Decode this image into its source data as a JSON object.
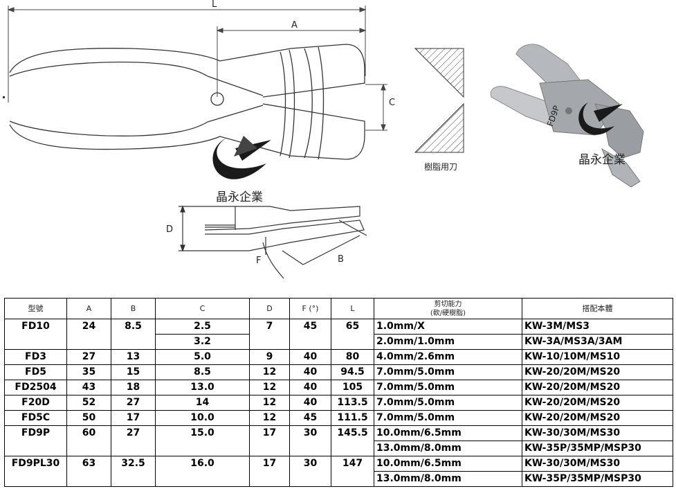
{
  "drawing": {
    "dimension_labels": {
      "L": "L",
      "A": "A",
      "C": "C",
      "D": "D",
      "F": "F",
      "B": "B"
    },
    "resin_blade_caption": "樹脂用刀",
    "company_name": "晶永企業",
    "model_label": "FD9P"
  },
  "table": {
    "headers": {
      "model": "型號",
      "a": "A",
      "b": "B",
      "c": "C",
      "d": "D",
      "f": "F (°)",
      "l": "L",
      "capacity_line1": "剪切能力",
      "capacity_line2": "(軟/硬樹脂)",
      "compatible": "搭配本體"
    },
    "rows": [
      {
        "model": "FD10",
        "a": "24",
        "b": "8.5",
        "d": "7",
        "f": "45",
        "l": "65",
        "c": [
          "2.5",
          "3.2"
        ],
        "capacity": [
          "1.0mm/X",
          "2.0mm/1.0mm"
        ],
        "compatible": [
          "KW-3M/MS3",
          "KW-3A/MS3A/3AM"
        ]
      },
      {
        "model": "FD3",
        "a": "27",
        "b": "13",
        "c": "5.0",
        "d": "9",
        "f": "40",
        "l": "80",
        "capacity": "4.0mm/2.6mm",
        "compatible": "KW-10/10M/MS10"
      },
      {
        "model": "FD5",
        "a": "35",
        "b": "15",
        "c": "8.5",
        "d": "12",
        "f": "40",
        "l": "94.5",
        "capacity": "7.0mm/5.0mm",
        "compatible": "KW-20/20M/MS20"
      },
      {
        "model": "FD2504",
        "a": "43",
        "b": "18",
        "c": "13.0",
        "d": "12",
        "f": "40",
        "l": "105",
        "capacity": "7.0mm/5.0mm",
        "compatible": "KW-20/20M/MS20"
      },
      {
        "model": "F20D",
        "a": "52",
        "b": "27",
        "c": "14",
        "d": "12",
        "f": "40",
        "l": "113.5",
        "capacity": "7.0mm/5.0mm",
        "compatible": "KW-20/20M/MS20"
      },
      {
        "model": "FD5C",
        "a": "50",
        "b": "17",
        "c": "10.0",
        "d": "12",
        "f": "45",
        "l": "111.5",
        "capacity": "7.0mm/5.0mm",
        "compatible": "KW-20/20M/MS20"
      },
      {
        "model": "FD9P",
        "a": "60",
        "b": "27",
        "c": "15.0",
        "d": "17",
        "f": "30",
        "l": "145.5",
        "capacity": [
          "10.0mm/6.5mm",
          "13.0mm/8.0mm"
        ],
        "compatible": [
          "KW-30/30M/MS30",
          "KW-35P/35MP/MSP30"
        ]
      },
      {
        "model": "FD9PL30",
        "a": "63",
        "b": "32.5",
        "c": "16.0",
        "d": "17",
        "f": "30",
        "l": "147",
        "capacity": [
          "10.0mm/6.5mm",
          "13.0mm/8.0mm"
        ],
        "compatible": [
          "KW-30/30M/MS30",
          "KW-35P/35MP/MSP30"
        ]
      }
    ]
  }
}
